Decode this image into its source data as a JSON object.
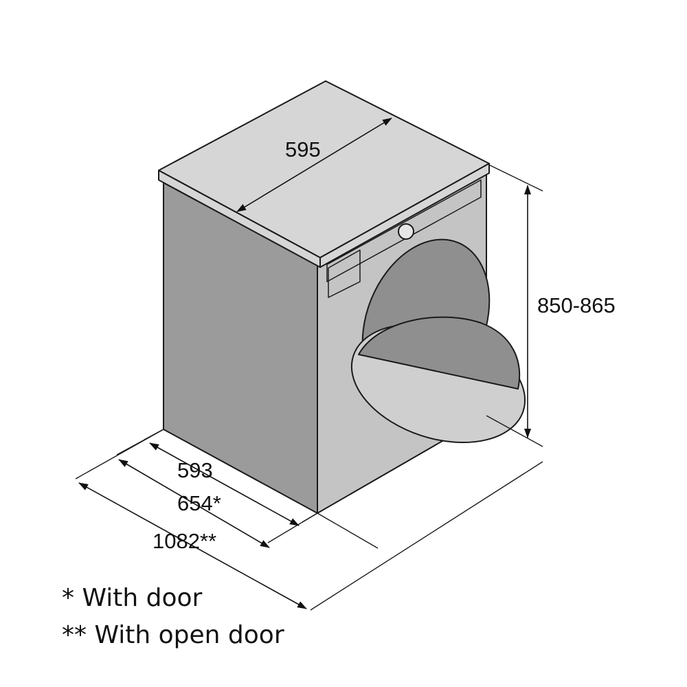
{
  "dimensions": {
    "width": "595",
    "height": "850-865",
    "depth": "593",
    "depth_with_door": "654*",
    "depth_with_open_door": "1082**"
  },
  "notes": {
    "with_door": "* With door",
    "with_open_door": "** With open door"
  },
  "colors": {
    "top": "#d6d6d6",
    "side": "#9b9b9b",
    "front": "#c4c4c4",
    "door_ring": "#cfcfcf",
    "door_glass": "#8f8f8f",
    "line": "#1a1a1a"
  }
}
